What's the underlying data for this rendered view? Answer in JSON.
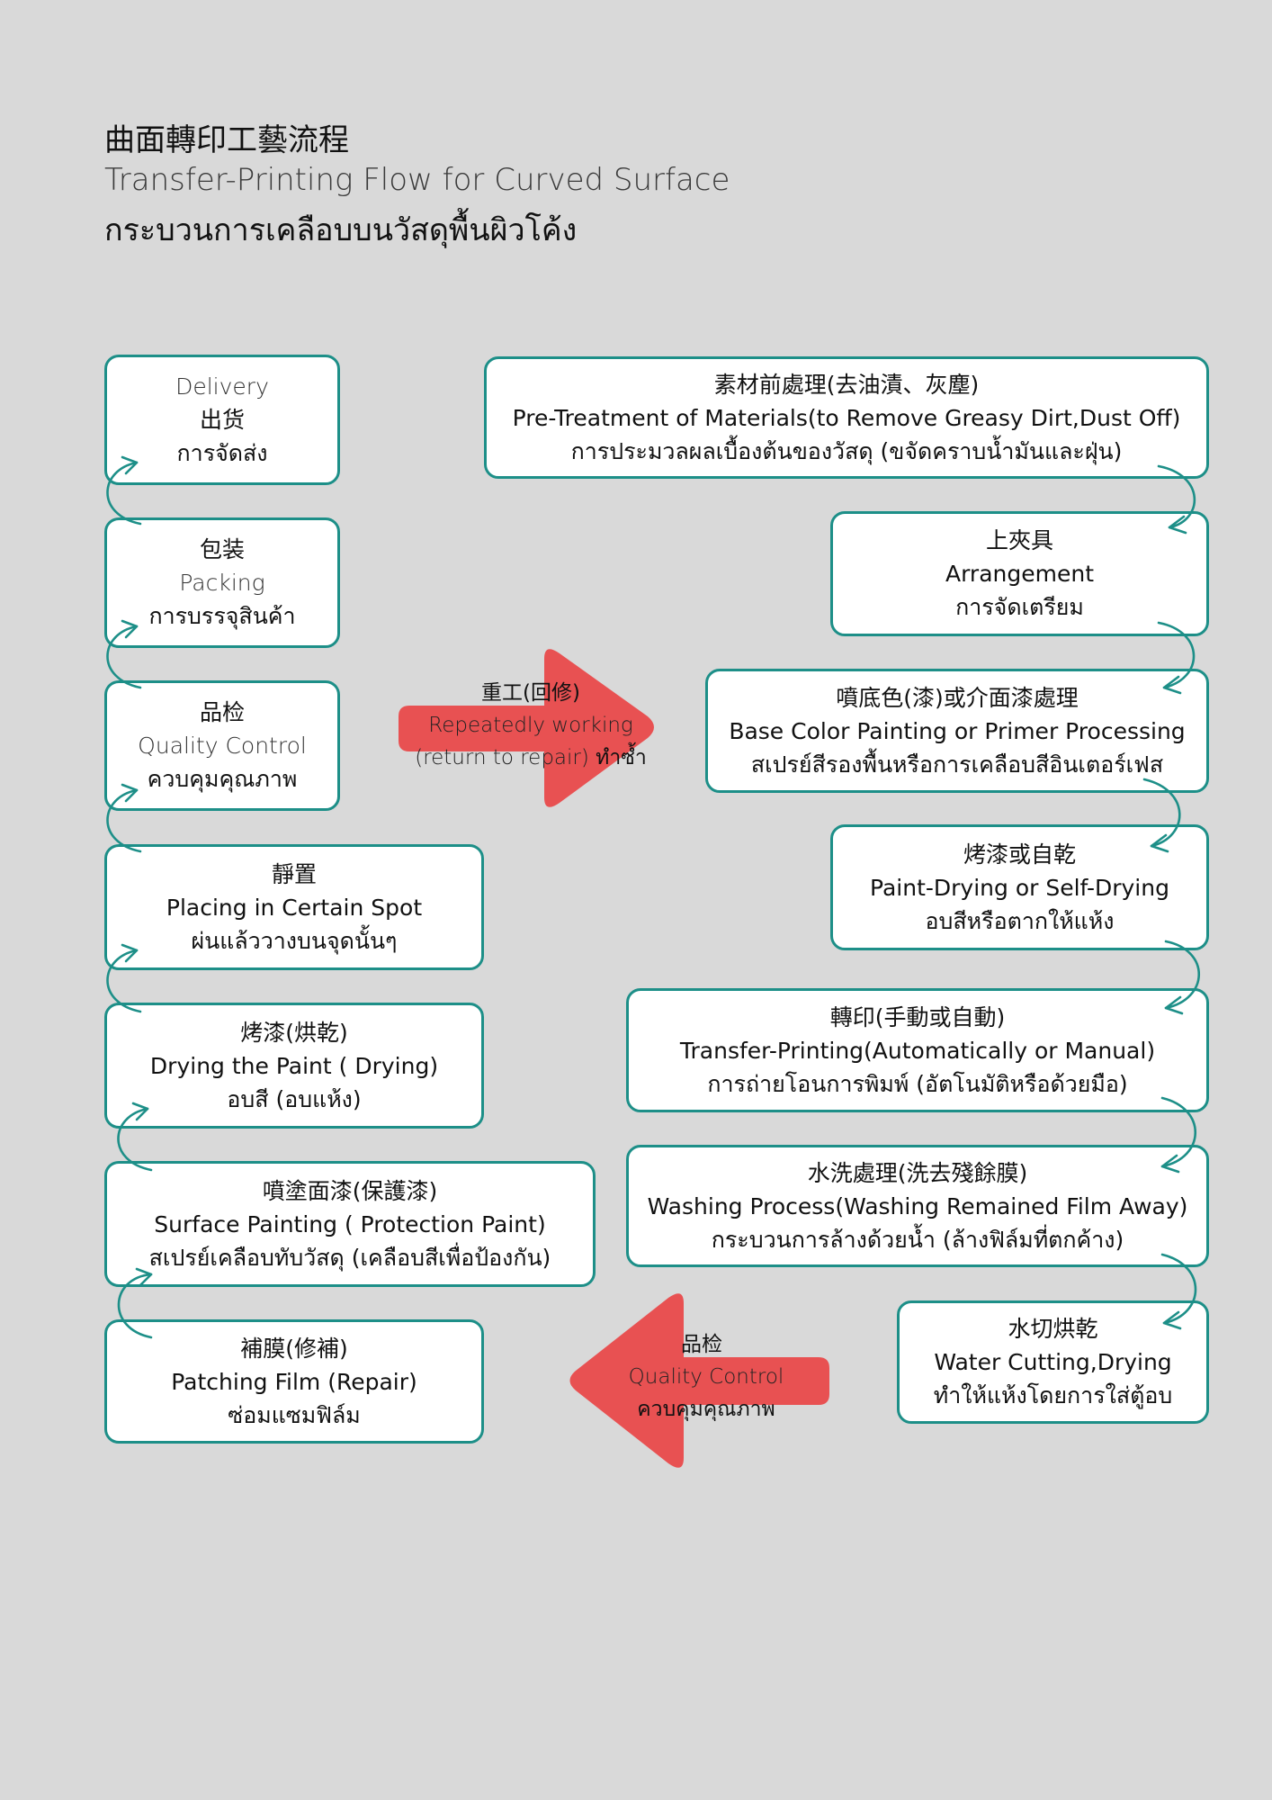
{
  "header": {
    "title_zh": "曲面轉印工藝流程",
    "title_en": "Transfer-Printing Flow for Curved Surface",
    "title_th": "กระบวนการเคลือบบนวัสดุพื้นผิวโค้ง"
  },
  "colors": {
    "background": "#d9d9d9",
    "box_border": "#1d8f88",
    "arrow_fill": "#e85152",
    "connector": "#1d8f88"
  },
  "process_steps": [
    {
      "zh": "素材前處理(去油漬、灰塵)",
      "en": "Pre-Treatment of Materials(to Remove Greasy Dirt,Dust Off)",
      "th": "การประมวลผลเบื้องต้นของวัสดุ (ขจัดคราบน้ำมันและฝุ่น)"
    },
    {
      "zh": "上夾具",
      "en": "Arrangement",
      "th": "การจัดเตรียม"
    },
    {
      "zh": "噴底色(漆)或介面漆處理",
      "en": "Base Color Painting or Primer Processing",
      "th": "สเปรย์สีรองพื้นหรือการเคลือบสีอินเตอร์เฟส"
    },
    {
      "zh": "烤漆或自乾",
      "en": "Paint-Drying or Self-Drying",
      "th": "อบสีหรือตากให้แห้ง"
    },
    {
      "zh": "轉印(手動或自動)",
      "en": "Transfer-Printing(Automatically or Manual)",
      "th": "การถ่ายโอนการพิมพ์ (อัตโนมัติหรือด้วยมือ)"
    },
    {
      "zh": "水洗處理(洗去殘餘膜)",
      "en": "Washing Process(Washing Remained Film Away)",
      "th": "กระบวนการล้างด้วยน้ำ (ล้างฟิล์มที่ตกค้าง)"
    },
    {
      "zh": "水切烘乾",
      "en": "Water Cutting,Drying",
      "th": "ทำให้แห้งโดยการใส่ตู้อบ"
    },
    {
      "zh": "補膜(修補)",
      "en": "Patching Film (Repair)",
      "th": "ซ่อมแซมฟิล์ม"
    },
    {
      "zh": "噴塗面漆(保護漆)",
      "en": "Surface Painting ( Protection Paint)",
      "th": "สเปรย์เคลือบทับวัสดุ (เคลือบสีเพื่อป้องกัน)"
    },
    {
      "zh": "烤漆(烘乾)",
      "en": "Drying the Paint ( Drying)",
      "th": "อบสี (อบแห้ง)"
    },
    {
      "zh": "靜置",
      "en": "Placing in Certain Spot",
      "th": "ผ่นแล้ววางบนจุดนั้นๆ"
    },
    {
      "zh": "品检",
      "en": "Quality Control",
      "th": "ควบคุมคุณภาพ"
    },
    {
      "zh": "包装",
      "en": "Packing",
      "th": "การบรรจุสินค้า"
    },
    {
      "en": "Delivery",
      "zh": "出货",
      "th": "การจัดส่ง"
    }
  ],
  "arrows": {
    "repeat": {
      "zh": "重工(回修)",
      "en": "Repeatedly working",
      "en2": "(return to repair)",
      "th": "ทำซ้ำ"
    },
    "quality": {
      "zh": "品检",
      "en": "Quality Control",
      "th": "ควบคุมคุณภาพ"
    }
  }
}
